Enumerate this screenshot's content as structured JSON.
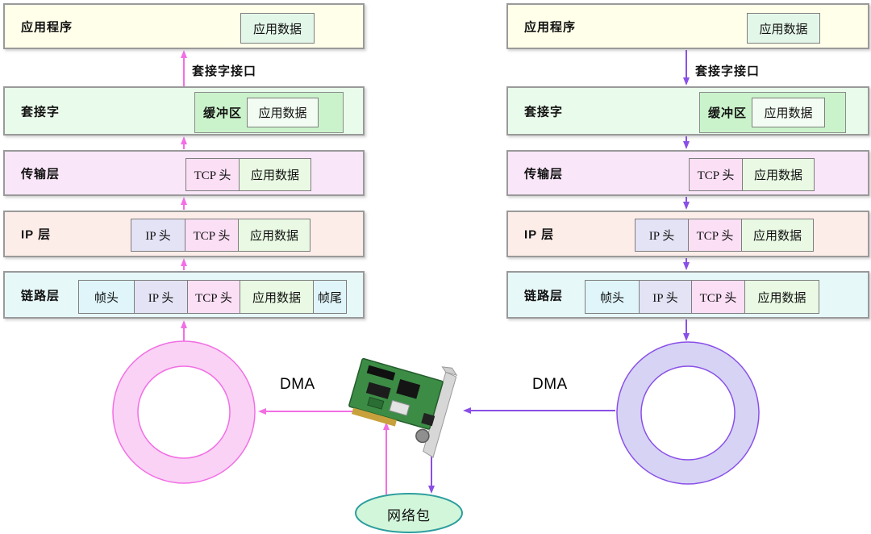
{
  "colors": {
    "pink_arrow": "#F26EE4",
    "purple_arrow": "#8A4FE8",
    "pink_ring_fill": "#F9D2F5",
    "purple_ring_fill": "#D6D3F4",
    "app_layer_bg": "#FFFFEA",
    "socket_layer_bg": "#E9FBEA",
    "buffer_bg": "#CBF3CB",
    "transport_layer_bg": "#F9E6F8",
    "ip_layer_bg": "#FCEDE9",
    "link_layer_bg": "#E7F8F9",
    "app_data_segment_bg": "#E9F9E3",
    "tcp_segment_bg": "#FBDFF5",
    "ip_segment_bg": "#E3E3F5",
    "frame_segment_bg": "#DFF5FA",
    "packet_ellipse_fill": "#D2F6DA",
    "packet_ellipse_border": "#2E9E9E"
  },
  "left": {
    "socket_interface_label": "套接字接口",
    "dma_label": "DMA",
    "stack": [
      {
        "label": "应用程序",
        "segments": [
          {
            "type": "data",
            "text": "应用数据"
          }
        ]
      },
      {
        "label": "套接字",
        "buffer_label": "缓冲区",
        "segments": [
          {
            "type": "data",
            "text": "应用数据"
          }
        ]
      },
      {
        "label": "传输层",
        "segments": [
          {
            "type": "tcp",
            "text": "TCP 头"
          },
          {
            "type": "data",
            "text": "应用数据"
          }
        ]
      },
      {
        "label": "IP 层",
        "segments": [
          {
            "type": "ip",
            "text": "IP 头"
          },
          {
            "type": "tcp",
            "text": "TCP 头"
          },
          {
            "type": "data",
            "text": "应用数据"
          }
        ]
      },
      {
        "label": "链路层",
        "segments": [
          {
            "type": "frame",
            "text": "帧头"
          },
          {
            "type": "ip",
            "text": "IP 头"
          },
          {
            "type": "tcp",
            "text": "TCP 头"
          },
          {
            "type": "data",
            "text": "应用数据"
          },
          {
            "type": "frame",
            "text": "帧尾"
          }
        ]
      }
    ]
  },
  "right": {
    "socket_interface_label": "套接字接口",
    "dma_label": "DMA",
    "stack": [
      {
        "label": "应用程序",
        "segments": [
          {
            "type": "data",
            "text": "应用数据"
          }
        ]
      },
      {
        "label": "套接字",
        "buffer_label": "缓冲区",
        "segments": [
          {
            "type": "data",
            "text": "应用数据"
          }
        ]
      },
      {
        "label": "传输层",
        "segments": [
          {
            "type": "tcp",
            "text": "TCP 头"
          },
          {
            "type": "data",
            "text": "应用数据"
          }
        ]
      },
      {
        "label": "IP 层",
        "segments": [
          {
            "type": "ip",
            "text": "IP 头"
          },
          {
            "type": "tcp",
            "text": "TCP 头"
          },
          {
            "type": "data",
            "text": "应用数据"
          }
        ]
      },
      {
        "label": "链路层",
        "segments": [
          {
            "type": "frame",
            "text": "帧头"
          },
          {
            "type": "ip",
            "text": "IP 头"
          },
          {
            "type": "tcp",
            "text": "TCP 头"
          },
          {
            "type": "data",
            "text": "应用数据"
          }
        ]
      }
    ]
  },
  "packet_label": "网络包",
  "icons": {
    "nic_image": "pci-network-card-photo",
    "rx_ring": "pink-ring-buffer",
    "tx_ring": "purple-ring-buffer"
  }
}
